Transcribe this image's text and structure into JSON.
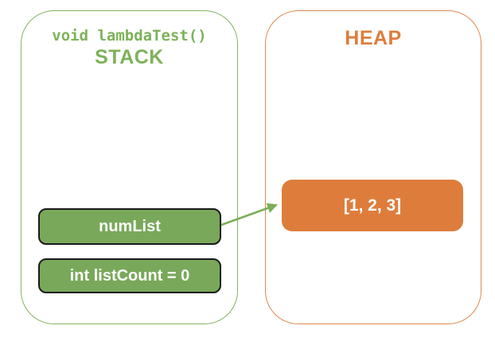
{
  "diagram": {
    "type": "stack-heap-memory-diagram"
  },
  "stack": {
    "signature": "void lambdaTest()",
    "title": "STACK",
    "variables": [
      {
        "label": "numList"
      },
      {
        "label": "int listCount = 0"
      }
    ]
  },
  "heap": {
    "title": "HEAP",
    "objects": [
      {
        "label": "[1, 2, 3]"
      }
    ]
  },
  "arrow": {
    "from": "numList",
    "to": "[1, 2, 3]",
    "color": "#7BAE57"
  },
  "colors": {
    "stack_outline": "#85B25F",
    "stack_text": "#7DB259",
    "variable_fill": "#79A85A",
    "variable_border": "#1a1a1a",
    "heap_outline": "#DD8850",
    "heap_text": "#DD7D3C",
    "heap_object_fill": "#DE7D3B",
    "label_text": "#ffffff",
    "background": "#ffffff"
  }
}
